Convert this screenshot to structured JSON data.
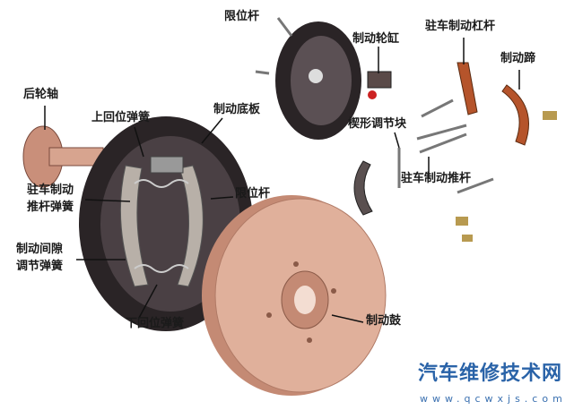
{
  "labels": {
    "limit_rod_top": "限位杆",
    "wheel_cylinder": "制动轮缸",
    "parking_lever": "驻车制动杠杆",
    "brake_shoe": "制动蹄",
    "rear_axle": "后轮轴",
    "upper_return_spring": "上回位弹簧",
    "backing_plate": "制动底板",
    "wedge_adjuster": "楔形调节块",
    "parking_push_rod": "驻车制动推杆",
    "push_rod_spring_1": "驻车制动",
    "push_rod_spring_2": "推杆弹簧",
    "limit_rod_mid": "限位杆",
    "clearance_spring_1": "制动间隙",
    "clearance_spring_2": "调节弹簧",
    "lower_return_spring": "下回位弹簧",
    "brake_drum": "制动鼓"
  },
  "watermark": {
    "title": "汽车维修技术网",
    "url": "www.qcwxjs.com"
  },
  "colors": {
    "drum": "#d9a58e",
    "plate": "#2a2426",
    "shoe": "#b5542b",
    "watermark": "#2a63a8"
  }
}
